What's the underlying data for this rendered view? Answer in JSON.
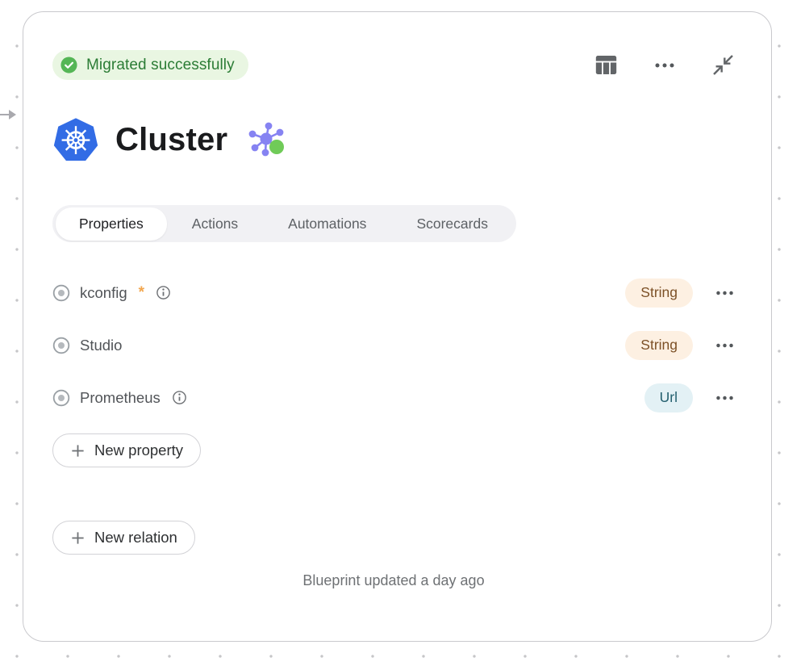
{
  "status": {
    "label": "Migrated successfully"
  },
  "toolbar": {
    "icons": [
      "table-columns-icon",
      "ellipsis-menu-icon",
      "collapse-icon"
    ]
  },
  "header": {
    "title": "Cluster",
    "entity_icon": "kubernetes-logo",
    "relations_icon": "graph-view-icon"
  },
  "tabs": {
    "properties": "Properties",
    "actions": "Actions",
    "automations": "Automations",
    "scorecards": "Scorecards",
    "active": "Properties"
  },
  "properties": [
    {
      "name": "kconfig",
      "required_marker": "*",
      "type": "String",
      "type_bg": "#fdf0e2",
      "type_color": "#7c5026"
    },
    {
      "name": "Studio",
      "type": "String",
      "type_bg": "#fdf0e2",
      "type_color": "#7c5026"
    },
    {
      "name": "Prometheus",
      "type": "Url",
      "type_bg": "#e3f1f5",
      "type_color": "#24606f"
    }
  ],
  "buttons": {
    "new_property": "New property",
    "new_relation": "New relation"
  },
  "footer": {
    "updated": "Blueprint updated a day ago"
  },
  "colors": {
    "status_bg": "#e9f6e2",
    "status_text": "#2b7c35",
    "status_check": "#55b656",
    "kubernetes_blue": "#326CE5",
    "graph_purple": "#8683f2",
    "graph_green": "#70cb58",
    "required_orange": "#f2a64e",
    "card_border": "#c9c9cd"
  }
}
